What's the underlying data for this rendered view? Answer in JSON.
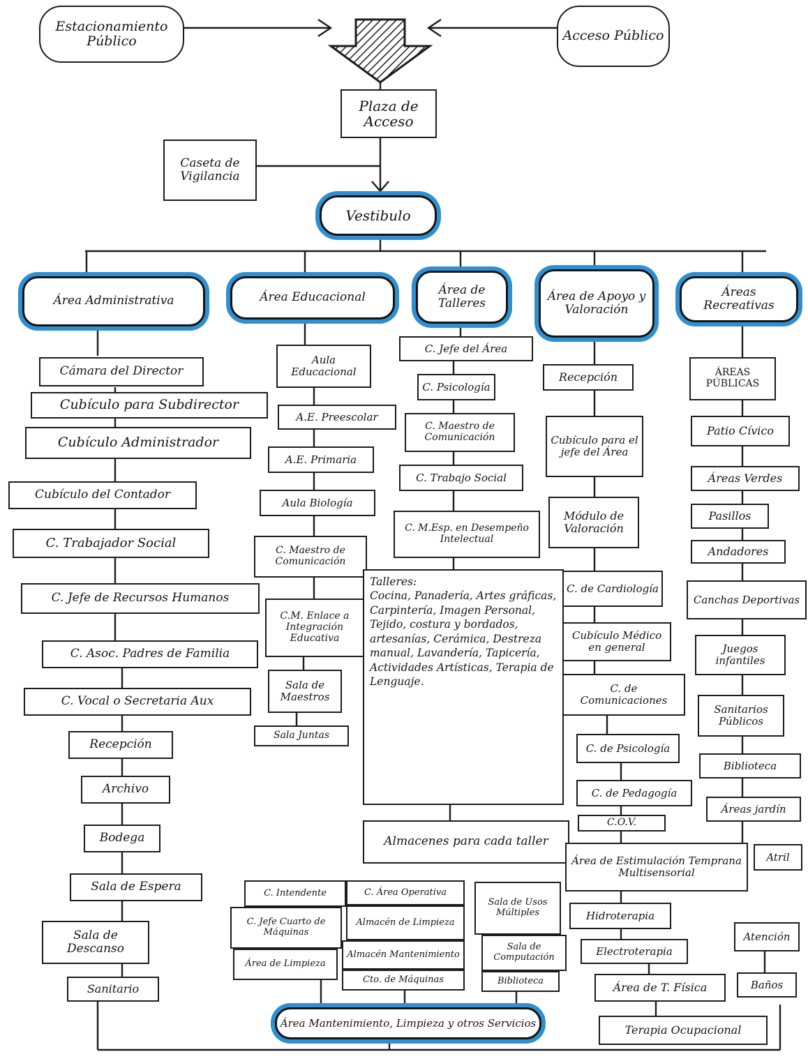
{
  "entry": {
    "estacionamiento": "Estacionamiento Público",
    "acceso": "Acceso Público",
    "plaza": "Plaza de Acceso",
    "caseta": "Caseta de Vigilancia",
    "vestibulo": "Vestibulo"
  },
  "areas": {
    "admin": "Área Administrativa",
    "educ": "Área Educacional",
    "talleres": "Área de Talleres",
    "apoyo": "Área de Apoyo y Valoración",
    "recre": "Áreas Recreativas",
    "mant": "Área Mantenimiento, Limpieza y otros Servicios"
  },
  "admin": [
    "Cámara del Director",
    "Cubículo para Subdirector",
    "Cubículo Administrador",
    "Cubículo del Contador",
    "C. Trabajador Social",
    "C. Jefe de Recursos Humanos",
    "C. Asoc. Padres de Familia",
    "C. Vocal o Secretaria Aux",
    "Recepción",
    "Archivo",
    "Bodega",
    "Sala de Espera",
    "Sala de Descanso",
    "Sanitario"
  ],
  "educ": [
    "Aula Educacional",
    "A.E. Preescolar",
    "A.E. Primaria",
    "Aula Biología",
    "C. Maestro de Comunicación",
    "C.M. Enlace a Integración Educativa",
    "Sala de Maestros",
    "Sala Juntas"
  ],
  "talleres": [
    "C. Jefe del Área",
    "C. Psicología",
    "C. Maestro de Comunicación",
    "C. Trabajo Social",
    "C. M.Esp. en Desempeño Intelectual",
    "Almacenes para cada taller"
  ],
  "talleres_list": {
    "title": "Talleres:",
    "body": "Cocina, Panadería, Artes gráficas, Carpintería, Imagen Personal, Tejido, costura y bordados, artesanías, Cerámica, Destreza manual, Lavandería, Tapicería, Actividades Artísticas, Terapia de Lenguaje."
  },
  "apoyo": [
    "Recepción",
    "Cubículo para el jefe del Área",
    "Módulo de Valoración",
    "C. de Cardiología",
    "Cubículo Médico en general",
    "C. de Comunicaciones",
    "C. de Psicología",
    "C. de Pedagogía",
    "C.O.V.",
    "Área de Estimulación Temprana Multisensorial",
    "Hidroterapia",
    "Electroterapia",
    "Área de T. Física",
    "Terapia Ocupacional"
  ],
  "recre": [
    "ÁREAS PÚBLICAS",
    "Patio Cívico",
    "Áreas Verdes",
    "Pasillos",
    "Andadores",
    "Canchas Deportivas",
    "Juegos infantiles",
    "Sanitarios Públicos",
    "Biblioteca",
    "Áreas jardín",
    "Atril",
    "Atención",
    "Baños"
  ],
  "mant": [
    "C. Intendente",
    "C. Jefe Cuarto de Máquinas",
    "Área de Limpieza",
    "C. Área Operativa",
    "Almacén de Limpieza",
    "Almacén Mantenimiento",
    "Cto. de Máquinas",
    "Sala de Usos Múltiples",
    "Sala de Computación",
    "Biblioteca"
  ]
}
